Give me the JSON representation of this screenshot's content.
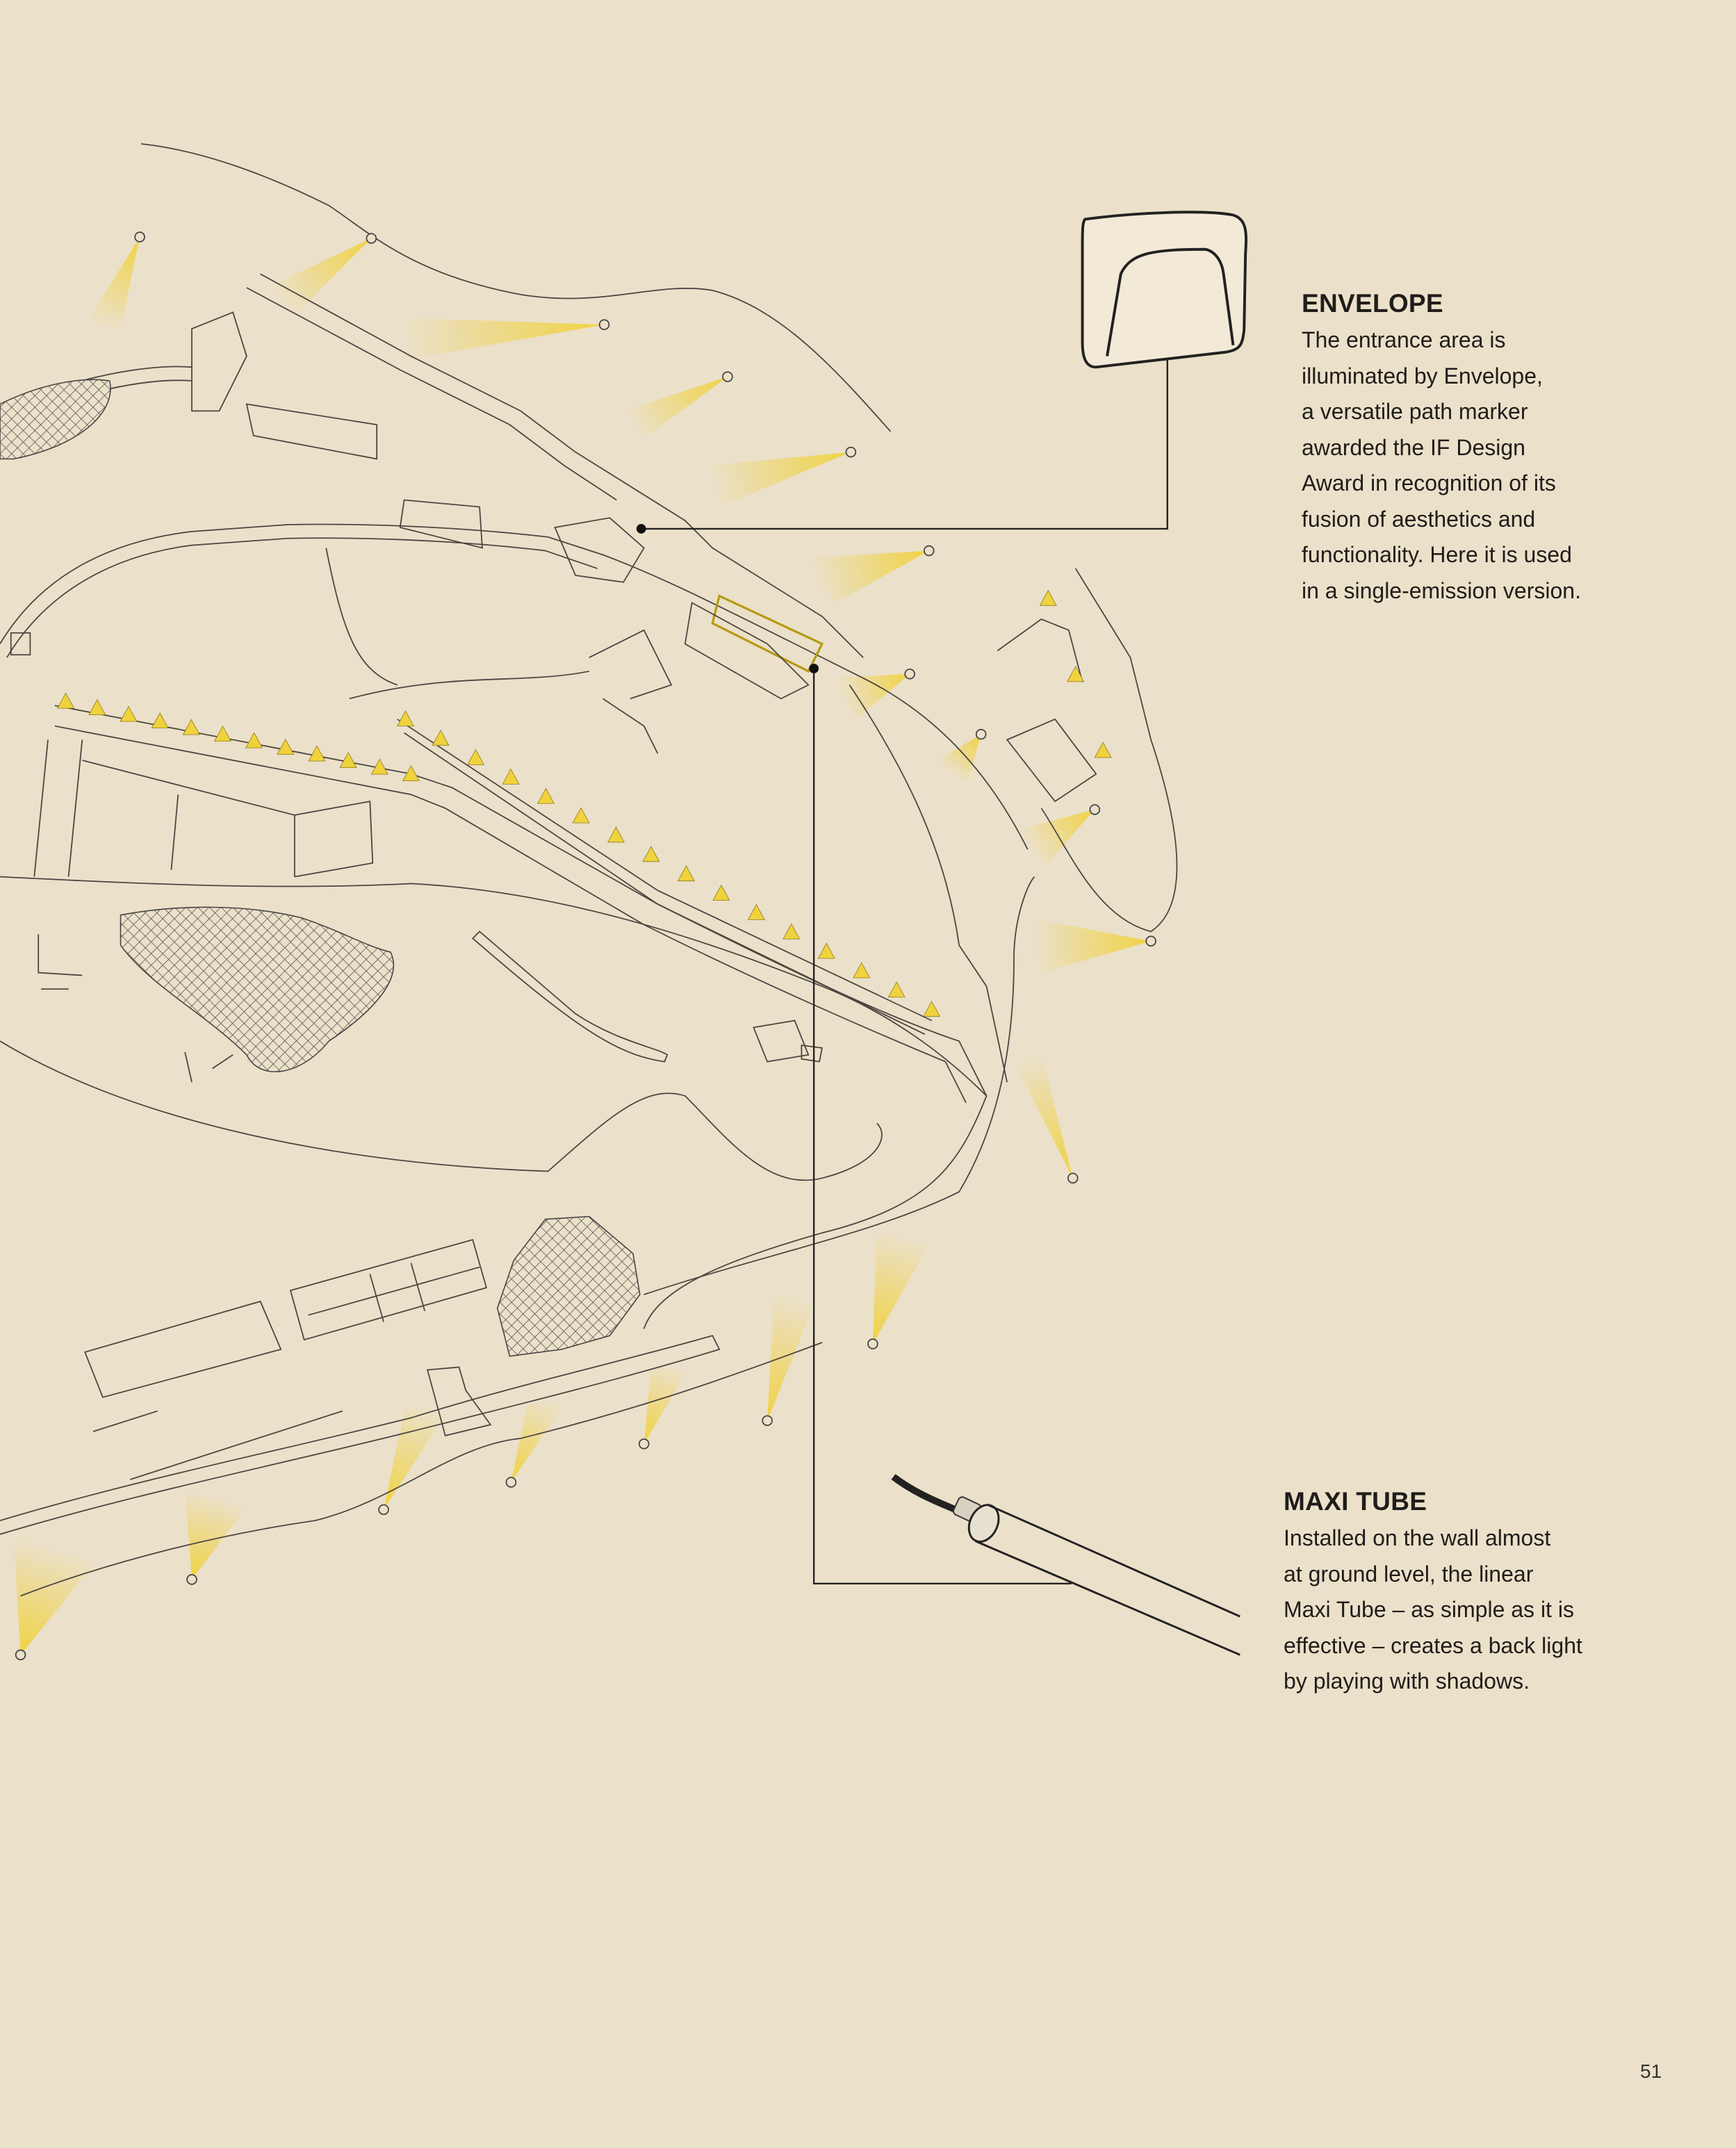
{
  "envelope": {
    "title": "ENVELOPE",
    "lines": [
      "The entrance area is",
      "illuminated by Envelope,",
      "a versatile path marker",
      "awarded the IF Design",
      "Award in recognition of its",
      "fusion of aesthetics and",
      "functionality. Here it is used",
      "in a single-emission version."
    ]
  },
  "maxi_tube": {
    "title": "MAXI TUBE",
    "lines": [
      "Installed on the wall almost",
      "at ground level, the linear",
      "Maxi Tube – as simple as it is",
      "effective – creates a back light",
      "by playing with shadows."
    ]
  },
  "page_number": "51",
  "colors": {
    "background": "#ebe0c9",
    "light": "#f0d23c",
    "line": "#3a3631"
  }
}
